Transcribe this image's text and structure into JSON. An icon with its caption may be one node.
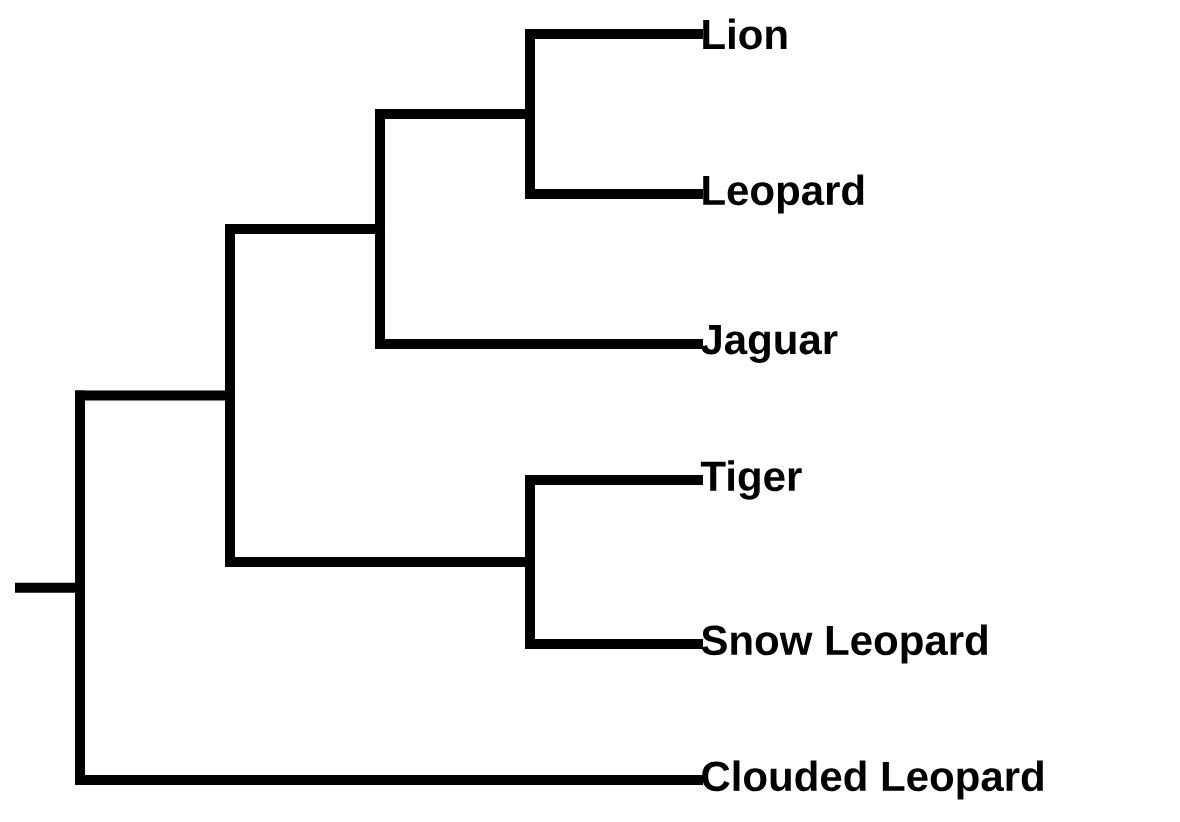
{
  "diagram": {
    "nodes": [
      {
        "text": [],
        "shape": "bar"
      },
      {
        "text": [],
        "shape": "bar"
      },
      {
        "text": [],
        "shape": "bar"
      },
      {
        "text": [],
        "shape": "bar"
      },
      {
        "text": [
          "Lion"
        ]
      },
      {
        "text": [
          "Leopard"
        ]
      },
      {
        "text": [
          "Jaguar"
        ]
      },
      {
        "text": [],
        "shape": "bar"
      },
      {
        "text": [
          "Tiger"
        ]
      },
      {
        "text": [
          "Snow Leopard"
        ]
      },
      {
        "text": [
          "Clouded Leopard"
        ]
      }
    ],
    "edges": [
      {
        "from": null,
        "to": 0,
        "arrow": "none"
      },
      {
        "from": 0,
        "to": 1,
        "arrow": "none"
      },
      {
        "from": 0,
        "to": 10,
        "arrow": "none"
      },
      {
        "from": 1,
        "to": 2,
        "arrow": "none"
      },
      {
        "from": 1,
        "to": 7,
        "arrow": "none"
      },
      {
        "from": 2,
        "to": 3,
        "arrow": "none"
      },
      {
        "from": 2,
        "to": 6,
        "arrow": "none"
      },
      {
        "from": 3,
        "to": 4,
        "arrow": "none"
      },
      {
        "from": 3,
        "to": 5,
        "arrow": "none"
      },
      {
        "from": 7,
        "to": 8,
        "arrow": "none"
      },
      {
        "from": 7,
        "to": 9,
        "arrow": "none"
      }
    ]
  }
}
